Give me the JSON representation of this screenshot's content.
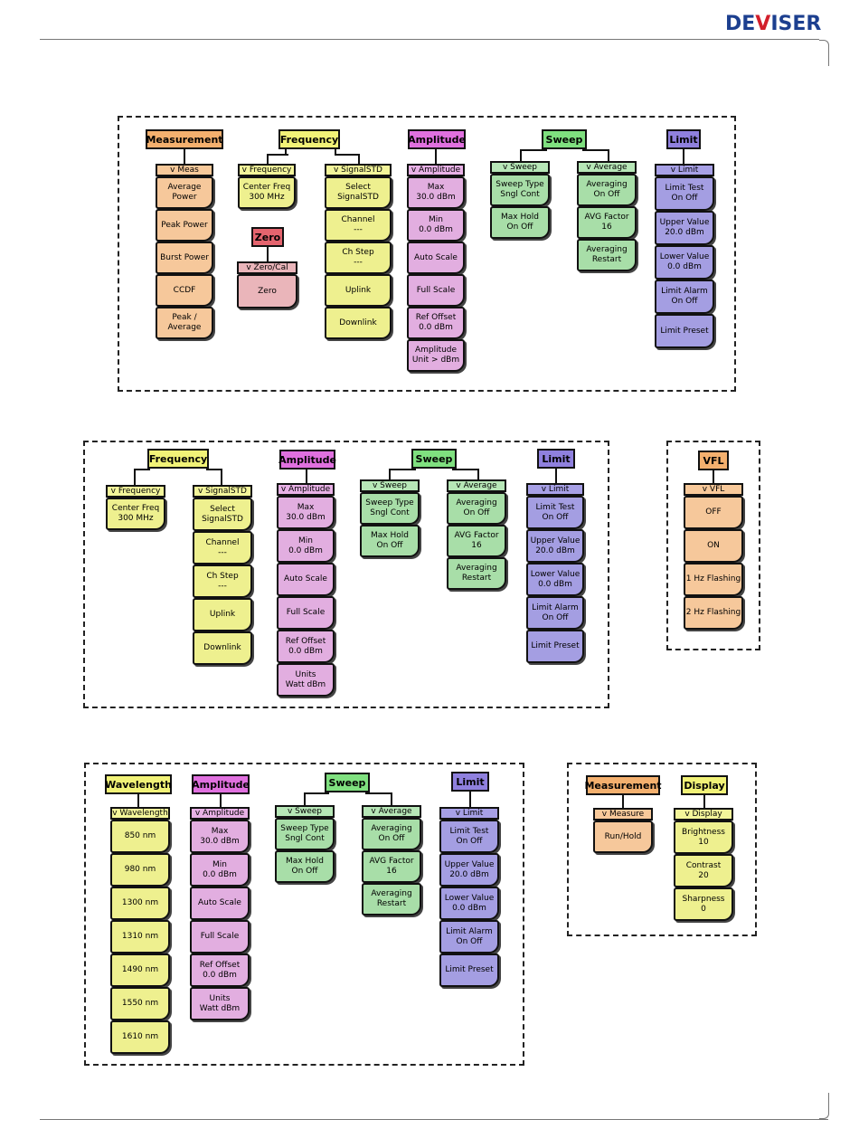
{
  "brand": {
    "pre": "DE",
    "v": "V",
    "post": "ISER"
  },
  "colors": {
    "orange": "#f4b06e",
    "orange_light": "#f8c99a",
    "orange_item": "#f6c89b",
    "yellow": "#f1f277",
    "yellow_light": "#f3f59a",
    "yellow_item": "#eef08f",
    "pink": "#e070df",
    "pink_light": "#e8b1e6",
    "pink_item": "#e2aee0",
    "green": "#7fe07f",
    "green_light": "#b7e7b7",
    "green_item": "#a8dea8",
    "purple": "#8f80de",
    "purple_light": "#a7a0e6",
    "purple_item": "#a49ee2",
    "red": "#e4646e",
    "red_light": "#eab5ba"
  },
  "diagram1": {
    "measurement": {
      "title": "Measurement",
      "sub": "v Meas",
      "items": [
        "Average\nPower",
        "Peak Power",
        "Burst Power",
        "CCDF",
        "Peak /\nAverage"
      ]
    },
    "frequency": {
      "title": "Frequency",
      "sub_a": "v Frequency",
      "items_a": [
        "Center Freq\n300 MHz"
      ],
      "sub_b": "v SignalSTD",
      "items_b": [
        "Select\nSignalSTD",
        "Channel\n---",
        "Ch Step\n---",
        "Uplink",
        "Downlink"
      ]
    },
    "zero": {
      "title": "Zero",
      "sub": "v Zero/Cal",
      "items": [
        "Zero"
      ]
    },
    "amplitude": {
      "title": "Amplitude",
      "sub": "v Amplitude",
      "items": [
        "Max\n30.0 dBm",
        "Min\n0.0 dBm",
        "Auto Scale",
        "Full Scale",
        "Ref Offset\n0.0 dBm",
        "Amplitude\nUnit > dBm"
      ]
    },
    "sweep": {
      "title": "Sweep",
      "sub_a": "v Sweep",
      "items_a": [
        "Sweep Type\nSngl  Cont",
        "Max Hold\nOn  Off"
      ],
      "sub_b": "v Average",
      "items_b": [
        "Averaging\nOn  Off",
        "AVG Factor\n16",
        "Averaging\nRestart"
      ]
    },
    "limit": {
      "title": "Limit",
      "sub": "v Limit",
      "items": [
        "Limit Test\nOn  Off",
        "Upper Value\n20.0 dBm",
        "Lower Value\n0.0 dBm",
        "Limit Alarm\nOn  Off",
        "Limit Preset"
      ]
    }
  },
  "diagram2": {
    "frequency": {
      "title": "Frequency",
      "sub_a": "v Frequency",
      "items_a": [
        "Center Freq\n300 MHz"
      ],
      "sub_b": "v SignalSTD",
      "items_b": [
        "Select\nSignalSTD",
        "Channel\n---",
        "Ch Step\n---",
        "Uplink",
        "Downlink"
      ]
    },
    "amplitude": {
      "title": "Amplitude",
      "sub": "v Amplitude",
      "items": [
        "Max\n30.0 dBm",
        "Min\n0.0 dBm",
        "Auto Scale",
        "Full Scale",
        "Ref Offset\n0.0 dBm",
        "Units\nWatt  dBm"
      ]
    },
    "sweep": {
      "title": "Sweep",
      "sub_a": "v Sweep",
      "items_a": [
        "Sweep Type\nSngl  Cont",
        "Max Hold\nOn  Off"
      ],
      "sub_b": "v Average",
      "items_b": [
        "Averaging\nOn  Off",
        "AVG Factor\n16",
        "Averaging\nRestart"
      ]
    },
    "limit": {
      "title": "Limit",
      "sub": "v Limit",
      "items": [
        "Limit Test\nOn  Off",
        "Upper Value\n20.0 dBm",
        "Lower Value\n0.0 dBm",
        "Limit Alarm\nOn  Off",
        "Limit Preset"
      ]
    }
  },
  "vfl": {
    "title": "VFL",
    "sub": "v VFL",
    "items": [
      "OFF",
      "ON",
      "1 Hz Flashing",
      "2 Hz Flashing"
    ]
  },
  "diagram3": {
    "wavelength": {
      "title": "Wavelength",
      "sub": "v Wavelength",
      "items": [
        "850 nm",
        "980 nm",
        "1300 nm",
        "1310 nm",
        "1490 nm",
        "1550 nm",
        "1610 nm"
      ]
    },
    "amplitude": {
      "title": "Amplitude",
      "sub": "v Amplitude",
      "items": [
        "Max\n30.0 dBm",
        "Min\n0.0 dBm",
        "Auto Scale",
        "Full Scale",
        "Ref Offset\n0.0 dBm",
        "Units\nWatt  dBm"
      ]
    },
    "sweep": {
      "title": "Sweep",
      "sub_a": "v Sweep",
      "items_a": [
        "Sweep Type\nSngl  Cont",
        "Max Hold\nOn  Off"
      ],
      "sub_b": "v Average",
      "items_b": [
        "Averaging\nOn  Off",
        "AVG Factor\n16",
        "Averaging\nRestart"
      ]
    },
    "limit": {
      "title": "Limit",
      "sub": "v Limit",
      "items": [
        "Limit Test\nOn  Off",
        "Upper Value\n20.0 dBm",
        "Lower Value\n0.0 dBm",
        "Limit Alarm\nOn  Off",
        "Limit Preset"
      ]
    }
  },
  "diagram4": {
    "measurement": {
      "title": "Measurement",
      "sub": "v Measure",
      "items": [
        "Run/Hold"
      ]
    },
    "display": {
      "title": "Display",
      "sub": "v Display",
      "items": [
        "Brightness\n10",
        "Contrast\n20",
        "Sharpness\n0"
      ]
    }
  }
}
